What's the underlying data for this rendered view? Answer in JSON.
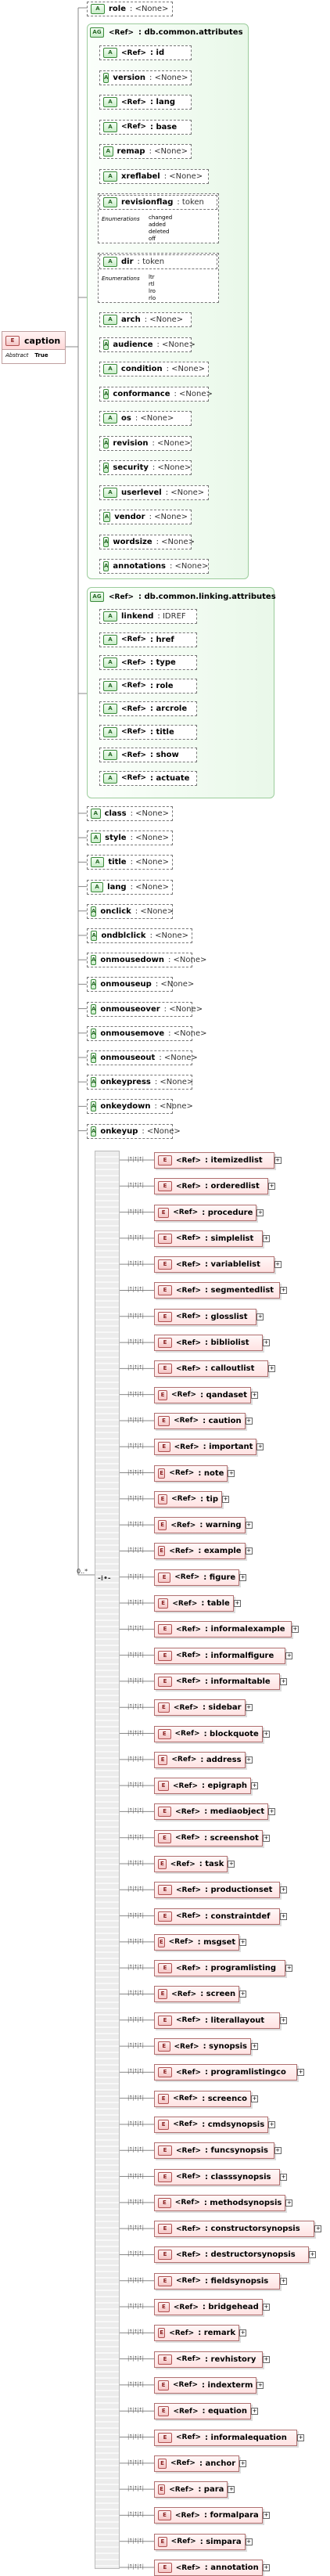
{
  "caption": {
    "badge": "E",
    "name": "caption",
    "prop_name": "Abstract",
    "prop_value": "True"
  },
  "top_attr": {
    "badge": "A",
    "name": "role",
    "value": ": <None>"
  },
  "common": {
    "badge": "AG",
    "ref": "<Ref>",
    "name": ": db.common.attributes",
    "attrs": [
      {
        "badge": "A",
        "ref": "<Ref>",
        "name": ": id"
      },
      {
        "badge": "A",
        "name": "version",
        "value": ": <None>"
      },
      {
        "badge": "A",
        "ref": "<Ref>",
        "name": ": lang"
      },
      {
        "badge": "A",
        "ref": "<Ref>",
        "name": ": base"
      },
      {
        "badge": "A",
        "name": "remap",
        "value": ": <None>"
      },
      {
        "badge": "A",
        "name": "xreflabel",
        "value": ": <None>"
      },
      {
        "badge": "A",
        "name": "revisionflag",
        "value": ": token",
        "enum_label": "Enumerations",
        "enums": [
          "changed",
          "added",
          "deleted",
          "off"
        ]
      },
      {
        "badge": "A",
        "name": "dir",
        "value": ": token",
        "enum_label": "Enumerations",
        "enums": [
          "ltr",
          "rtl",
          "lro",
          "rlo"
        ]
      },
      {
        "badge": "A",
        "name": "arch",
        "value": ": <None>"
      },
      {
        "badge": "A",
        "name": "audience",
        "value": ": <None>"
      },
      {
        "badge": "A",
        "name": "condition",
        "value": ": <None>"
      },
      {
        "badge": "A",
        "name": "conformance",
        "value": ": <None>"
      },
      {
        "badge": "A",
        "name": "os",
        "value": ": <None>"
      },
      {
        "badge": "A",
        "name": "revision",
        "value": ": <None>"
      },
      {
        "badge": "A",
        "name": "security",
        "value": ": <None>"
      },
      {
        "badge": "A",
        "name": "userlevel",
        "value": ": <None>"
      },
      {
        "badge": "A",
        "name": "vendor",
        "value": ": <None>"
      },
      {
        "badge": "A",
        "name": "wordsize",
        "value": ": <None>"
      },
      {
        "badge": "A",
        "name": "annotations",
        "value": ": <None>"
      }
    ]
  },
  "linking": {
    "badge": "AG",
    "ref": "<Ref>",
    "name": ": db.common.linking.attributes",
    "attrs": [
      {
        "badge": "A",
        "name": "linkend",
        "value": ": IDREF"
      },
      {
        "badge": "A",
        "ref": "<Ref>",
        "name": ": href"
      },
      {
        "badge": "A",
        "ref": "<Ref>",
        "name": ": type"
      },
      {
        "badge": "A",
        "ref": "<Ref>",
        "name": ": role"
      },
      {
        "badge": "A",
        "ref": "<Ref>",
        "name": ": arcrole"
      },
      {
        "badge": "A",
        "ref": "<Ref>",
        "name": ": title"
      },
      {
        "badge": "A",
        "ref": "<Ref>",
        "name": ": show"
      },
      {
        "badge": "A",
        "ref": "<Ref>",
        "name": ": actuate"
      }
    ]
  },
  "attrs": [
    {
      "badge": "A",
      "name": "class",
      "value": ": <None>"
    },
    {
      "badge": "A",
      "name": "style",
      "value": ": <None>"
    },
    {
      "badge": "A",
      "name": "title",
      "value": ": <None>"
    },
    {
      "badge": "A",
      "name": "lang",
      "value": ": <None>"
    },
    {
      "badge": "A",
      "name": "onclick",
      "value": ": <None>"
    },
    {
      "badge": "A",
      "name": "ondblclick",
      "value": ": <None>"
    },
    {
      "badge": "A",
      "name": "onmousedown",
      "value": ": <None>"
    },
    {
      "badge": "A",
      "name": "onmouseup",
      "value": ": <None>"
    },
    {
      "badge": "A",
      "name": "onmouseover",
      "value": ": <None>"
    },
    {
      "badge": "A",
      "name": "onmousemove",
      "value": ": <None>"
    },
    {
      "badge": "A",
      "name": "onmouseout",
      "value": ": <None>"
    },
    {
      "badge": "A",
      "name": "onkeypress",
      "value": ": <None>"
    },
    {
      "badge": "A",
      "name": "onkeydown",
      "value": ": <None>"
    },
    {
      "badge": "A",
      "name": "onkeyup",
      "value": ": <None>"
    }
  ],
  "choice_occurrence": "0..*",
  "multiplicity": "|↑|↑|↑|",
  "elements": [
    {
      "badge": "E",
      "ref": "<Ref>",
      "name": ": itemizedlist"
    },
    {
      "badge": "E",
      "ref": "<Ref>",
      "name": ": orderedlist"
    },
    {
      "badge": "E",
      "ref": "<Ref>",
      "name": ": procedure"
    },
    {
      "badge": "E",
      "ref": "<Ref>",
      "name": ": simplelist"
    },
    {
      "badge": "E",
      "ref": "<Ref>",
      "name": ": variablelist"
    },
    {
      "badge": "E",
      "ref": "<Ref>",
      "name": ": segmentedlist"
    },
    {
      "badge": "E",
      "ref": "<Ref>",
      "name": ": glosslist"
    },
    {
      "badge": "E",
      "ref": "<Ref>",
      "name": ": bibliolist"
    },
    {
      "badge": "E",
      "ref": "<Ref>",
      "name": ": calloutlist"
    },
    {
      "badge": "E",
      "ref": "<Ref>",
      "name": ": qandaset"
    },
    {
      "badge": "E",
      "ref": "<Ref>",
      "name": ": caution"
    },
    {
      "badge": "E",
      "ref": "<Ref>",
      "name": ": important"
    },
    {
      "badge": "E",
      "ref": "<Ref>",
      "name": ": note"
    },
    {
      "badge": "E",
      "ref": "<Ref>",
      "name": ": tip"
    },
    {
      "badge": "E",
      "ref": "<Ref>",
      "name": ": warning"
    },
    {
      "badge": "E",
      "ref": "<Ref>",
      "name": ": example"
    },
    {
      "badge": "E",
      "ref": "<Ref>",
      "name": ": figure"
    },
    {
      "badge": "E",
      "ref": "<Ref>",
      "name": ": table"
    },
    {
      "badge": "E",
      "ref": "<Ref>",
      "name": ": informalexample"
    },
    {
      "badge": "E",
      "ref": "<Ref>",
      "name": ": informalfigure"
    },
    {
      "badge": "E",
      "ref": "<Ref>",
      "name": ": informaltable"
    },
    {
      "badge": "E",
      "ref": "<Ref>",
      "name": ": sidebar"
    },
    {
      "badge": "E",
      "ref": "<Ref>",
      "name": ": blockquote"
    },
    {
      "badge": "E",
      "ref": "<Ref>",
      "name": ": address"
    },
    {
      "badge": "E",
      "ref": "<Ref>",
      "name": ": epigraph"
    },
    {
      "badge": "E",
      "ref": "<Ref>",
      "name": ": mediaobject"
    },
    {
      "badge": "E",
      "ref": "<Ref>",
      "name": ": screenshot"
    },
    {
      "badge": "E",
      "ref": "<Ref>",
      "name": ": task"
    },
    {
      "badge": "E",
      "ref": "<Ref>",
      "name": ": productionset"
    },
    {
      "badge": "E",
      "ref": "<Ref>",
      "name": ": constraintdef"
    },
    {
      "badge": "E",
      "ref": "<Ref>",
      "name": ": msgset"
    },
    {
      "badge": "E",
      "ref": "<Ref>",
      "name": ": programlisting"
    },
    {
      "badge": "E",
      "ref": "<Ref>",
      "name": ": screen"
    },
    {
      "badge": "E",
      "ref": "<Ref>",
      "name": ": literallayout"
    },
    {
      "badge": "E",
      "ref": "<Ref>",
      "name": ": synopsis"
    },
    {
      "badge": "E",
      "ref": "<Ref>",
      "name": ": programlistingco"
    },
    {
      "badge": "E",
      "ref": "<Ref>",
      "name": ": screenco"
    },
    {
      "badge": "E",
      "ref": "<Ref>",
      "name": ": cmdsynopsis"
    },
    {
      "badge": "E",
      "ref": "<Ref>",
      "name": ": funcsynopsis"
    },
    {
      "badge": "E",
      "ref": "<Ref>",
      "name": ": classsynopsis"
    },
    {
      "badge": "E",
      "ref": "<Ref>",
      "name": ": methodsynopsis"
    },
    {
      "badge": "E",
      "ref": "<Ref>",
      "name": ": constructorsynopsis"
    },
    {
      "badge": "E",
      "ref": "<Ref>",
      "name": ": destructorsynopsis"
    },
    {
      "badge": "E",
      "ref": "<Ref>",
      "name": ": fieldsynopsis"
    },
    {
      "badge": "E",
      "ref": "<Ref>",
      "name": ": bridgehead"
    },
    {
      "badge": "E",
      "ref": "<Ref>",
      "name": ": remark"
    },
    {
      "badge": "E",
      "ref": "<Ref>",
      "name": ": revhistory"
    },
    {
      "badge": "E",
      "ref": "<Ref>",
      "name": ": indexterm"
    },
    {
      "badge": "E",
      "ref": "<Ref>",
      "name": ": equation"
    },
    {
      "badge": "E",
      "ref": "<Ref>",
      "name": ": informalequation"
    },
    {
      "badge": "E",
      "ref": "<Ref>",
      "name": ": anchor"
    },
    {
      "badge": "E",
      "ref": "<Ref>",
      "name": ": para"
    },
    {
      "badge": "E",
      "ref": "<Ref>",
      "name": ": formalpara"
    },
    {
      "badge": "E",
      "ref": "<Ref>",
      "name": ": simpara"
    },
    {
      "badge": "E",
      "ref": "<Ref>",
      "name": ": annotation"
    }
  ]
}
